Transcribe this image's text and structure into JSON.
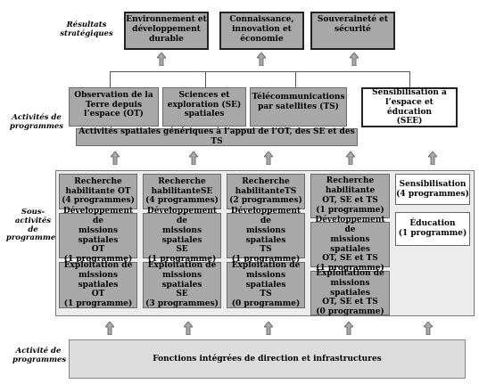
{
  "labels": {
    "strategic": "Résultats\nstratégiques",
    "program_activities": "Activités de\nprogrammes",
    "sub_activities": "Sous-activités\nde\nprogrammes",
    "program_activity": "Activité de\nprogrammes"
  },
  "strategic_results": [
    "Environnement et\ndéveloppement\ndurable",
    "Connaissance,\ninnovation et\néconomie",
    "Souveraineté et\nsécurité"
  ],
  "activities": {
    "ot": "Observation de la\nTerre depuis\nl’espace (OT)",
    "se": "Sciences et\nexploration (SE)\nspatiales",
    "ts": "Télécommunications\npar satellites (TS)",
    "see": "Sensibilisation à\nl’espace et éducation\n(SEE)",
    "generic": "Activités spatiales génériques à l’appui de l’OT, des SE et des TS"
  },
  "sub_activities": {
    "ot": [
      "Recherche\nhabilitante OT\n(4 programmes)",
      "Développement de\nmissions spatiales\nOT\n(1 programme)",
      "Exploitation de\nmissions spatiales\nOT\n(1 programme)"
    ],
    "se": [
      "Recherche\nhabilitanteSE\n(4 programmes)",
      "Développement de\nmissions spatiales\nSE\n(1 programme)",
      "Exploitation de\nmissions spatiales\nSE\n(3 programmes)"
    ],
    "ts": [
      "Recherche\nhabilitanteTS\n(2 programmes)",
      "Développement de\nmissions spatiales\nTS\n(1 programme)",
      "Exploitation de\nmissions spatiales\nTS\n(0 programme)"
    ],
    "generic": [
      "Recherche\nhabilitante\nOT, SE et TS\n(1 programme)",
      "Développement de\nmissions spatiales\nOT, SE et TS\n(1 programme)",
      "Exploitation de\nmissions spatiales\nOT, SE et TS\n(0 programme)"
    ],
    "see": [
      "Sensibilisation\n(4 programmes)",
      "Éducation\n(1 programme)"
    ]
  },
  "infrastructure": "Fonctions intégrées de direction et infrastructures"
}
